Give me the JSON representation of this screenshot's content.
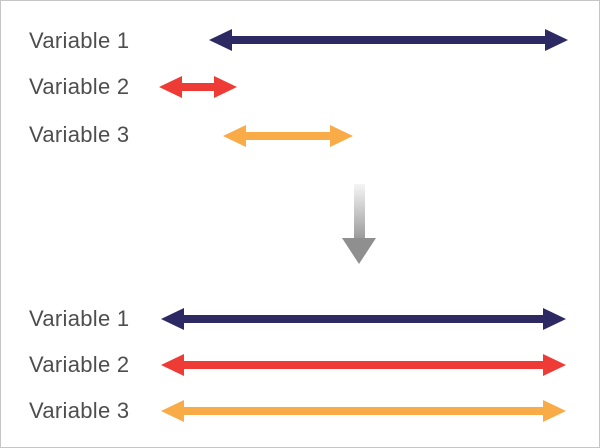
{
  "canvas": {
    "background": "#ffffff",
    "border_color": "#c5c5c5"
  },
  "text_color": "#4e4e4e",
  "before_section": {
    "rows": [
      {
        "label": "Variable 1",
        "color_name": "navy",
        "color": "#2d2963"
      },
      {
        "label": "Variable 2",
        "color_name": "red",
        "color": "#ee3b35"
      },
      {
        "label": "Variable 3",
        "color_name": "orange",
        "color": "#f9ab48"
      }
    ]
  },
  "transform_arrow": {
    "direction": "down",
    "gradient_top": "#f5f5f5",
    "gradient_bottom": "#9c9c9c",
    "head_color": "#8f8f8f"
  },
  "after_section": {
    "rows": [
      {
        "label": "Variable 1",
        "color_name": "navy",
        "color": "#2d2963"
      },
      {
        "label": "Variable 2",
        "color_name": "red",
        "color": "#ee3b35"
      },
      {
        "label": "Variable 3",
        "color_name": "orange",
        "color": "#f9ab48"
      }
    ]
  }
}
